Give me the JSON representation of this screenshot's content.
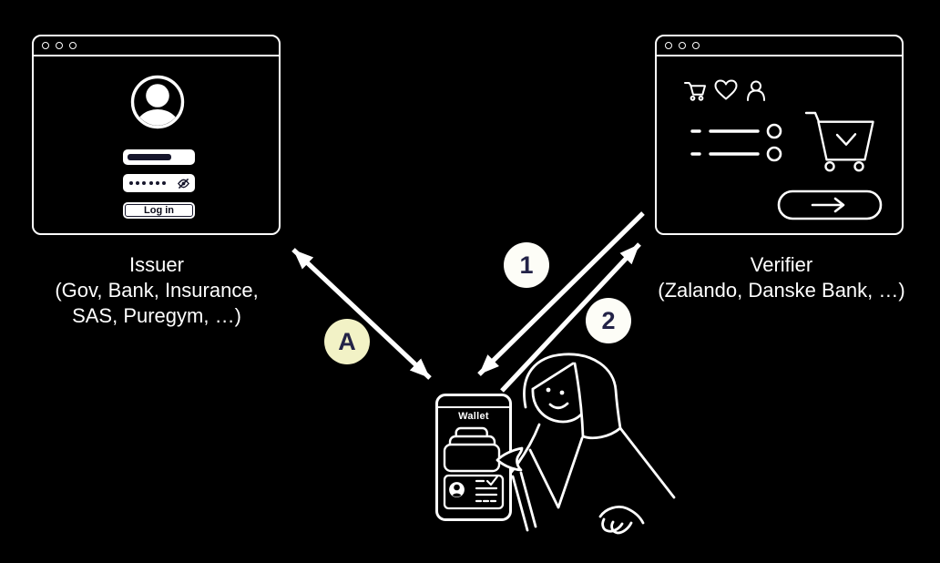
{
  "colors": {
    "background": "#000000",
    "line_art": "#ffffff",
    "badge_issuer_fill": "#f2f2c6",
    "badge_step_fill": "#fdfdf7",
    "badge_text": "#232347",
    "form_ink": "#16162c"
  },
  "issuer": {
    "title": "Issuer",
    "subtitle_line1": "(Gov, Bank, Insurance,",
    "subtitle_line2": "SAS, Puregym, …)",
    "window": {
      "login_button_label": "Log in",
      "password_dots_count": 6,
      "icons": [
        "window-control-dots",
        "user-avatar-icon",
        "eye-off-icon"
      ]
    }
  },
  "verifier": {
    "title": "Verifier",
    "subtitle_line1": "(Zalando, Danske Bank, …)",
    "window": {
      "icons": [
        "window-control-dots",
        "cart-icon",
        "heart-icon",
        "account-icon",
        "list-radio-icons",
        "checkout-cart-icon",
        "chevron-down-icon",
        "arrow-right-icon"
      ]
    }
  },
  "wallet": {
    "app_title": "Wallet",
    "icons": [
      "card-stack-icon",
      "id-card-icon",
      "avatar-icon",
      "checkmark-icon"
    ]
  },
  "badges": {
    "issuer_wallet": "A",
    "verifier_to_wallet": "1",
    "wallet_to_verifier": "2"
  }
}
